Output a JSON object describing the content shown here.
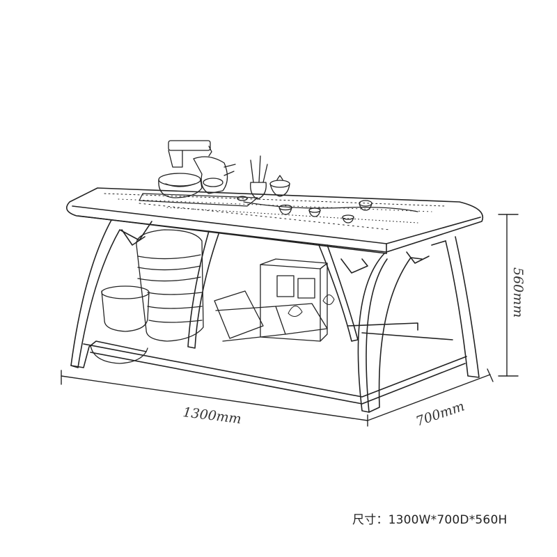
{
  "dimensions": {
    "width_label": "1300mm",
    "depth_label": "700mm",
    "height_label": "560mm"
  },
  "spec": {
    "label": "尺寸：",
    "value": "1300W*700D*560H"
  },
  "colors": {
    "line": "#222222",
    "background": "#ffffff"
  }
}
